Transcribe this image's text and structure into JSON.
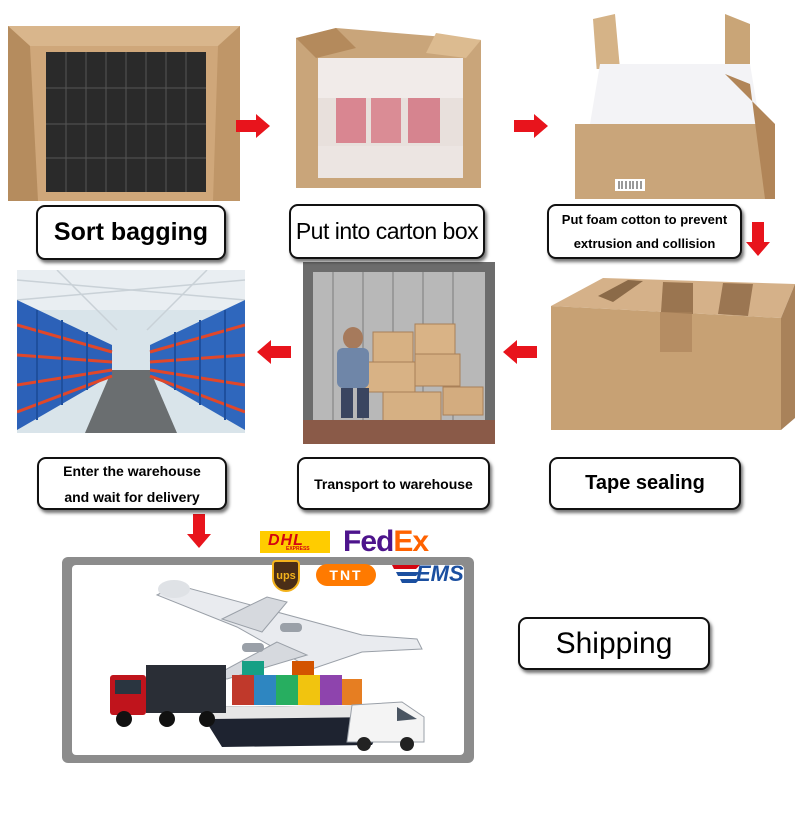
{
  "steps": [
    {
      "label": "Sort bagging"
    },
    {
      "label": "Put into carton box"
    },
    {
      "label": "Put foam cotton to prevent extrusion and collision"
    },
    {
      "label": "Tape sealing"
    },
    {
      "label": "Transport to warehouse"
    },
    {
      "label": "Enter the warehouse and wait for delivery"
    },
    {
      "label": "Shipping"
    }
  ],
  "carriers": {
    "dhl": "DHL",
    "dhl_sub": "EXPRESS",
    "fedex_fed": "Fed",
    "fedex_ex": "Ex",
    "ups": "ups",
    "tnt": "TNT",
    "ems": "EMS"
  },
  "colors": {
    "arrow": "#e8141c",
    "cardboard": "#c9a57a",
    "cardboard_dark": "#a57f55",
    "border": "#111111",
    "dhl_yellow": "#ffcc00",
    "dhl_red": "#d40511",
    "fedex_purple": "#4d148c",
    "fedex_orange": "#ff6200",
    "ems_blue": "#1b4fa0"
  }
}
